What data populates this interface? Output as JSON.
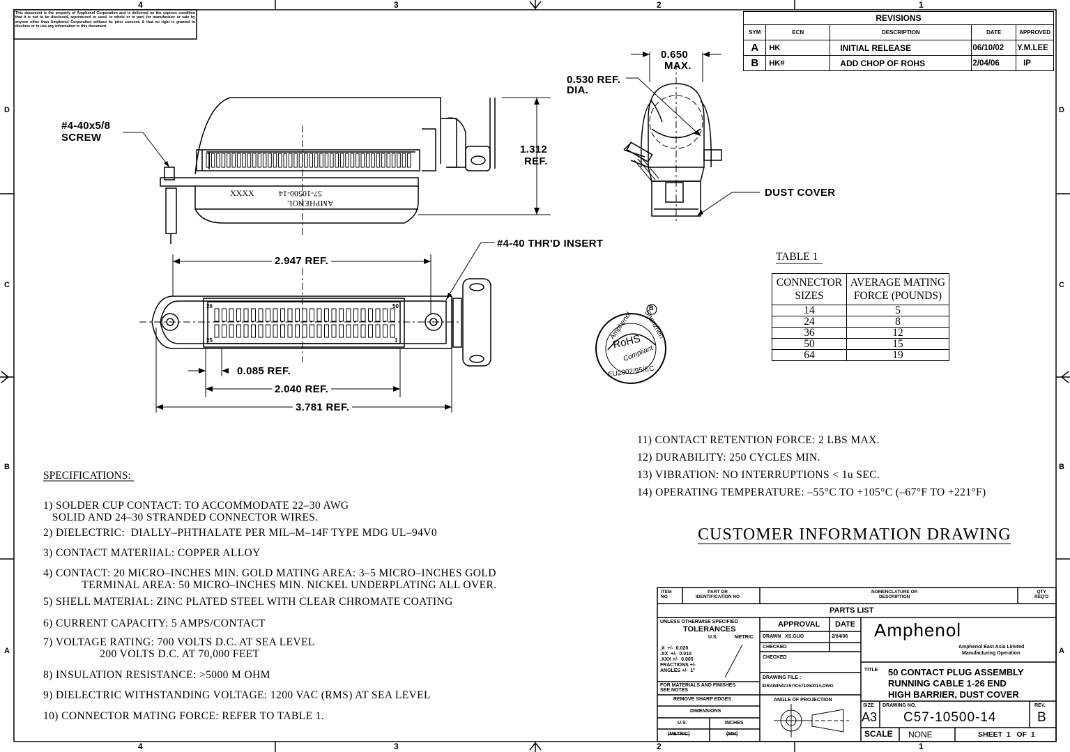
{
  "border": {
    "top_zones": [
      "4",
      "3",
      "2",
      "1"
    ],
    "bottom_zones": [
      "4",
      "3",
      "2",
      "1"
    ],
    "left_zones": [
      "D",
      "C",
      "B",
      "A"
    ],
    "right_zones": [
      "D",
      "C",
      "B",
      "A"
    ]
  },
  "proprietary_notice": "This document is the property of Amphenol Corporation and is delivered on the express condition that it is not to be disclosed, reproduced or used, in whole or in part, for manufacture or sale by anyone other than Amphenol Corporation without its prior consent, & that no right is granted to disclose or to use any information in this document.",
  "revisions": {
    "title": "REVISIONS",
    "headers": [
      "SYM",
      "ECN",
      "DESCRIPTION",
      "DATE",
      "APPROVED"
    ],
    "rows": [
      [
        "A",
        "HK",
        "INITIAL RELEASE",
        "06/10/02",
        "Y.M.LEE"
      ],
      [
        "B",
        "HK#",
        "ADD CHOP OF ROHS",
        "2/04/06",
        "IP"
      ]
    ]
  },
  "callouts": {
    "screw": "#4-40x5/8",
    "screw2": "SCREW",
    "height_dim": "1.312",
    "height_ref": "REF.",
    "width_max": "0.650",
    "width_max2": "MAX.",
    "dia_ref": "0.530 REF.",
    "dia": "DIA.",
    "dust_cover": "DUST COVER",
    "insert": "#4-40 THR'D INSERT",
    "dim_2947": "2.947 REF.",
    "dim_0085": "0.085 REF.",
    "dim_2040": "2.040 REF.",
    "dim_3781": "3.781 REF.",
    "marking1": "XXXX",
    "marking2": "57-10500-14",
    "marking3": "AMPHENOL",
    "pin_26": "26",
    "pin_50": "50",
    "pin_25": "25",
    "pin_1": "1"
  },
  "rohs": {
    "top": "Amphenol",
    "right": "Shenzhen",
    "center": "RoHS",
    "compliant": "Compliant",
    "bottom": "EU2002/95/EC",
    "rev": "B"
  },
  "table1": {
    "caption": "TABLE 1",
    "headers": [
      "CONNECTOR SIZES",
      "AVERAGE MATING FORCE (POUNDS)"
    ],
    "rows": [
      [
        "14",
        "5"
      ],
      [
        "24",
        "8"
      ],
      [
        "36",
        "12"
      ],
      [
        "50",
        "15"
      ],
      [
        "64",
        "19"
      ]
    ]
  },
  "specs_title": "SPECIFICATIONS:",
  "specs": [
    "1) SOLDER CUP CONTACT: TO ACCOMMODATE 22–30 AWG\n   SOLID AND 24–30 STRANDED CONNECTOR WIRES.",
    "2) DIELECTRIC:  DIALLY–PHTHALATE PER MIL–M–14F TYPE MDG UL–94V0",
    "3) CONTACT MATERIIAL: COPPER ALLOY",
    "4) CONTACT: 20 MICRO–INCHES MIN. GOLD MATING AREA: 3–5 MICRO–INCHES GOLD\n             TERMINAL AREA: 50 MICRO–INCHES MIN. NICKEL UNDERPLATING ALL OVER.",
    "5) SHELL MATERIAL: ZINC PLATED STEEL WITH CLEAR CHROMATE COATING",
    "6) CURRENT CAPACITY: 5 AMPS/CONTACT",
    "7) VOLTAGE RATING: 700 VOLTS D.C. AT SEA LEVEL\n                   200 VOLTS D.C. AT 70,000 FEET",
    "8) INSULATION RESISTANCE: >5000 M OHM",
    "9) DIELECTRIC WITHSTANDING VOLTAGE: 1200 VAC (RMS) AT SEA LEVEL",
    "10) CONNECTOR MATING FORCE: REFER TO TABLE 1."
  ],
  "specs_right": [
    "11) CONTACT RETENTION FORCE: 2 LBS MAX.",
    "12) DURABILITY: 250 CYCLES MIN.",
    "13) VIBRATION: NO INTERRUPTIONS < 1u SEC.",
    "14) OPERATING TEMPERATURE: –55°C TO +105°C (–67°F TO +221°F)"
  ],
  "drawing_heading": "CUSTOMER INFORMATION DRAWING",
  "title_block": {
    "item_no": "ITEM\nNO",
    "part_no": "PART OR\nIDENTIFICATION NO",
    "nomenclature": "NOMENCLATURE OR\nDESCRIPTION",
    "qty": "QTY\nREQ'D",
    "parts_list": "PARTS LIST",
    "tol_hdr": "UNLESS OTHERWISE SPECIFIED",
    "tolerances": "TOLERANCES",
    "us": "U.S.",
    "metric": "METRIC",
    "tol_lines": ".X  +/-  0.020\n.XX  +/-  0.010\n.XXX +/-  0.005\nFRACTIONS +/-\nANGLES +/-  1°",
    "materials": "FOR MATERIALS AND FINISHES\nSEE NOTES",
    "remove_edges": "REMOVE SHARP EDGES",
    "dimensions": "DIMENSIONS",
    "dim_us": "U.S.",
    "dim_inches": "INCHES",
    "dim_metric": "(METRIC)",
    "dim_mm": "(MM)",
    "approval": "APPROVAL",
    "date": "DATE",
    "drawn": "DRAWN",
    "drawn_by": "XS.GUO",
    "drawn_date": "2/04/06",
    "checked1": "CHECKED",
    "checked2": "CHECKED",
    "drawing_file": "DRAWING FILE :",
    "file_path": "\\DRAWING\\157\\C571050014.DWG",
    "angle_proj": "ANGLE OF PROJECTION",
    "company": "Amphenol",
    "company_sub1": "Amphenol East Asia Limited",
    "company_sub2": "Manufacturing Operation",
    "title_label": "TITLE",
    "title1": "50 CONTACT PLUG ASSEMBLY",
    "title2": "RUNNING CABLE 1-26 END",
    "title3": "HIGH BARRIER, DUST COVER",
    "size_label": "SIZE",
    "size": "A3",
    "dwg_label": "DRAWING NO.",
    "dwg_no": "C57-10500-14",
    "rev_label": "REV.",
    "rev": "B",
    "scale_label": "SCALE",
    "scale": "NONE",
    "sheet": "SHEET  1   OF  1"
  }
}
